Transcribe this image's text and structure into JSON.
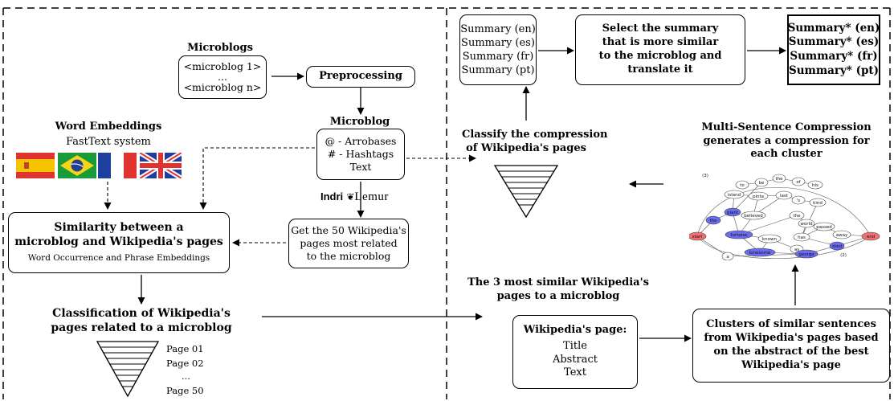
{
  "left_panel": {
    "microblogs": {
      "title": "Microblogs",
      "items": [
        "<microblog 1>",
        "...",
        "<microblog n>"
      ]
    },
    "preprocessing": "Preprocessing",
    "microblog": {
      "title": "Microblog",
      "lines": [
        "@ - Arrobases",
        "# - Hashtags",
        "Text"
      ]
    },
    "indri_lemur": {
      "indri": "Indri",
      "lemur": "Lemur"
    },
    "get_pages": [
      "Get the 50 Wikipedia's",
      "pages most related",
      "to the microblog"
    ],
    "word_embeddings": {
      "title": "Word Embeddings",
      "subtitle": "FastText system",
      "flags": [
        "spain-flag",
        "brazil-flag",
        "france-flag",
        "uk-flag"
      ]
    },
    "similarity": {
      "title_lines": [
        "Similarity between a",
        "microblog and Wikipedia's pages"
      ],
      "subtitle": "Word Occurrence and Phrase Embeddings"
    },
    "classification": {
      "title_lines": [
        "Classification of Wikipedia's",
        "pages related to a microblog"
      ],
      "pages": [
        "Page 01",
        "Page 02",
        "...",
        "Page 50"
      ]
    }
  },
  "right_panel": {
    "summaries": [
      "Summary (en)",
      "Summary (es)",
      "Summary (fr)",
      "Summary (pt)"
    ],
    "select": [
      "Select the summary",
      "that is more similar",
      "to the microblog and",
      "translate it"
    ],
    "final_summaries": [
      "Summary* (en)",
      "Summary* (es)",
      "Summary* (fr)",
      "Summary* (pt)"
    ],
    "classify_compression": [
      "Classify the compression",
      "of Wikipedia's pages"
    ],
    "msc": [
      "Multi-Sentence Compression",
      "generates a compression for",
      "each cluster"
    ],
    "graph_words": [
      "(3)",
      "to",
      "be",
      "the",
      "of",
      "his",
      "island",
      "pinta",
      "last",
      "'s",
      "kind",
      "believed",
      "giant",
      "the",
      "world",
      "the",
      "passed",
      "away",
      "start",
      "tortoise",
      "known",
      "has",
      "end",
      "as",
      "lonesome",
      "died",
      "a",
      "george",
      "(2)"
    ],
    "three_similar": [
      "The 3 most similar Wikipedia's",
      "pages to a microblog"
    ],
    "wiki_page": {
      "title": "Wikipedia's page:",
      "fields": [
        "Title",
        "Abstract",
        "Text"
      ]
    },
    "clusters": [
      "Clusters of similar sentences",
      "from Wikipedia's pages based",
      "on the abstract of the best",
      "Wikipedia's page"
    ]
  },
  "colors": {
    "graph_blue": "#6b6bf0",
    "graph_red": "#f07070",
    "flag_red": "#e0322e",
    "flag_blue": "#1f3fa0"
  }
}
